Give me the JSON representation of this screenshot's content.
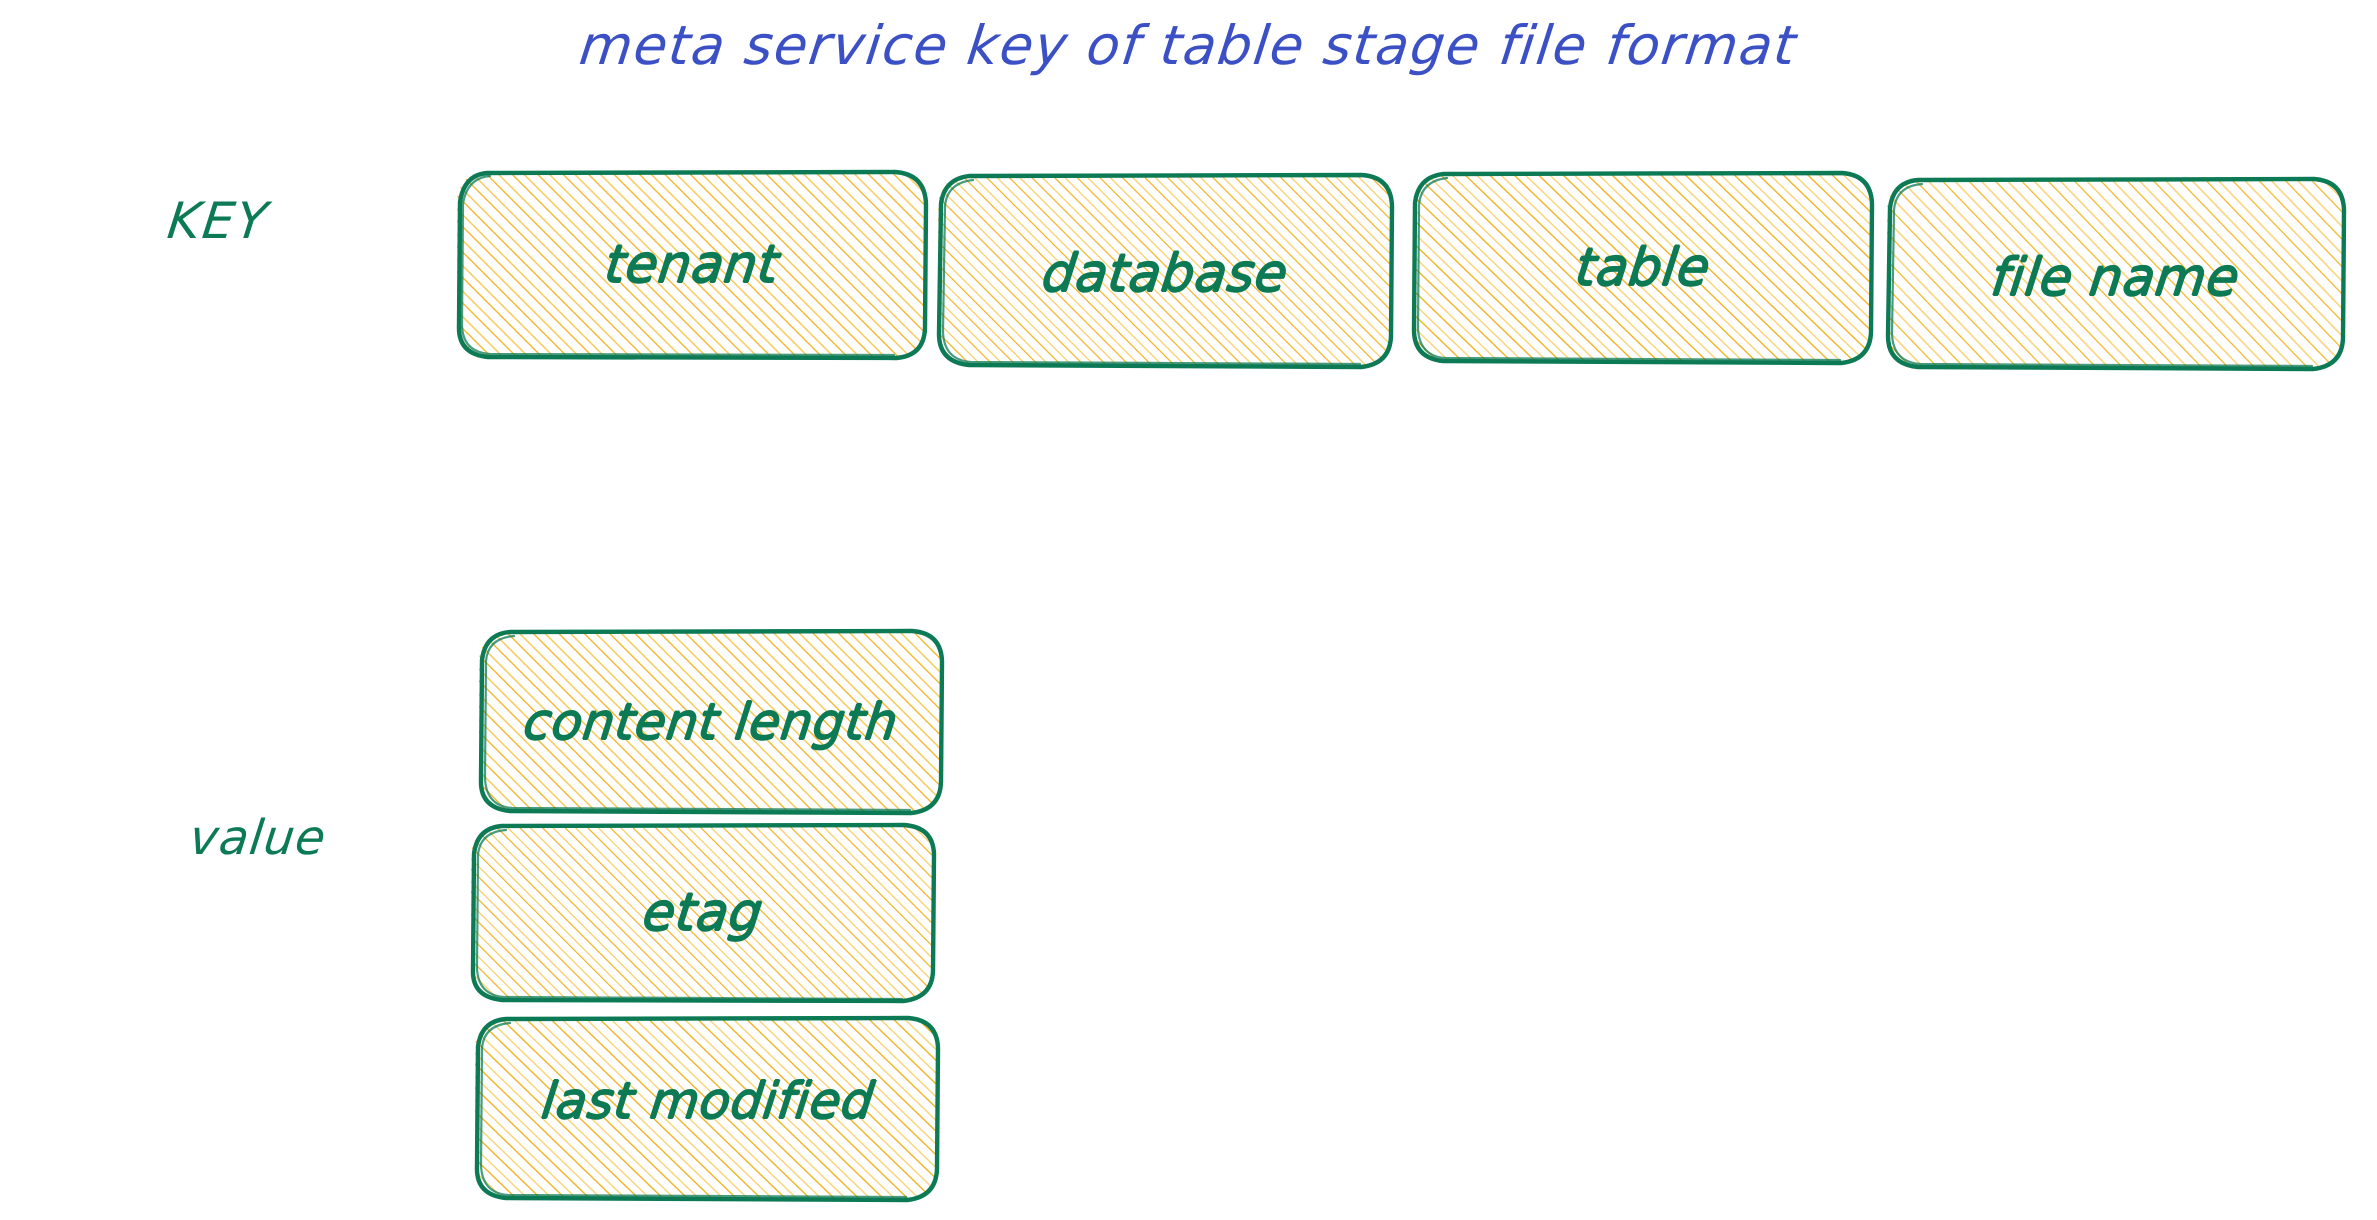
{
  "title": "meta service key of table stage file format",
  "colors": {
    "title_blue": "#3b50c4",
    "stroke_green": "#0c7a55",
    "hatch_yellow": "#f2b220",
    "background": "#ffffff"
  },
  "sections": {
    "key": {
      "label": "KEY",
      "boxes": [
        {
          "label": "tenant"
        },
        {
          "label": "database"
        },
        {
          "label": "table"
        },
        {
          "label": "file name"
        }
      ]
    },
    "value": {
      "label": "value",
      "boxes": [
        {
          "label": "content length"
        },
        {
          "label": "etag"
        },
        {
          "label": "last modified"
        }
      ]
    }
  }
}
